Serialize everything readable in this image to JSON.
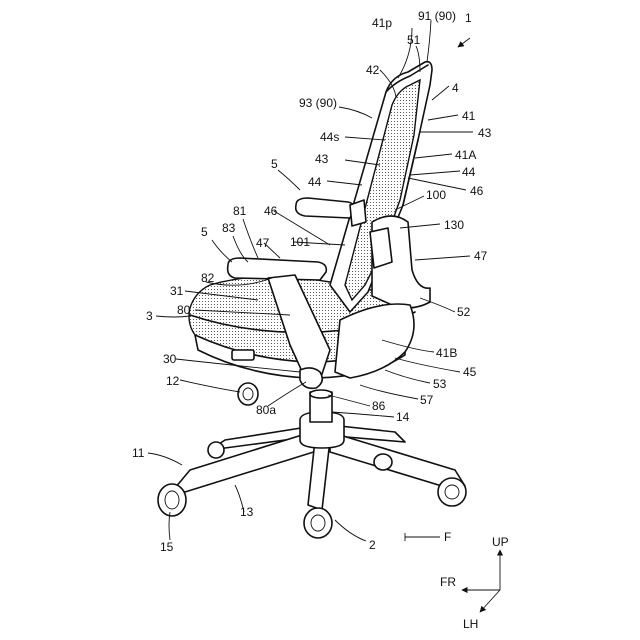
{
  "labels": {
    "l1": "1",
    "l91": "91 (90)",
    "l41p": "41p",
    "l51": "51",
    "l42": "42",
    "l4": "4",
    "l93": "93 (90)",
    "l41": "41",
    "l44s": "44s",
    "l43a": "43",
    "l43b": "43",
    "l41A": "41A",
    "l5a": "5",
    "l44a": "44",
    "l44b": "44",
    "l46a": "46",
    "l100": "100",
    "l46b": "46",
    "l81": "81",
    "l130": "130",
    "l5b": "5",
    "l83": "83",
    "l47a": "47",
    "l101": "101",
    "l47b": "47",
    "l82": "82",
    "l31": "31",
    "l52": "52",
    "l3": "3",
    "l80": "80",
    "l41B": "41B",
    "l30": "30",
    "l45": "45",
    "l12": "12",
    "l53": "53",
    "l80a": "80a",
    "l86": "86",
    "l57": "57",
    "l14": "14",
    "l11": "11",
    "l13": "13",
    "l15": "15",
    "l2": "2",
    "lF": "F"
  },
  "axes": {
    "up": "UP",
    "fr": "FR",
    "lh": "LH"
  }
}
